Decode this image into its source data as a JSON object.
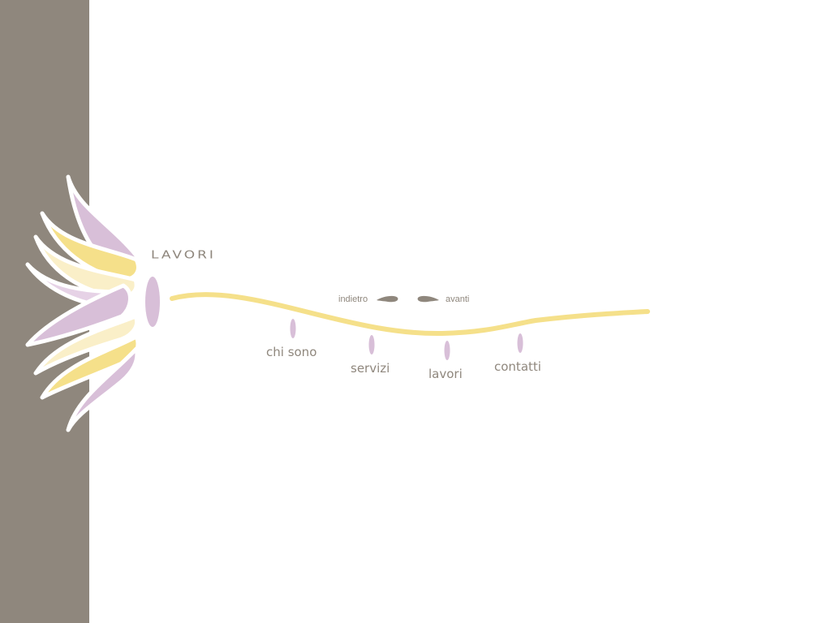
{
  "page": {
    "title": "LAVORI"
  },
  "history": {
    "back_label": "indietro",
    "forward_label": "avanti"
  },
  "nav": {
    "items": [
      {
        "label": "chi sono"
      },
      {
        "label": "servizi"
      },
      {
        "label": "lavori"
      },
      {
        "label": "contatti"
      }
    ]
  },
  "colors": {
    "band": "#8f877d",
    "lilac": "#d8bfd8",
    "light_lilac": "#e6d2e6",
    "yellow": "#f5e08a",
    "cream": "#faefc8",
    "text": "#8f877d",
    "background": "#ffffff"
  }
}
